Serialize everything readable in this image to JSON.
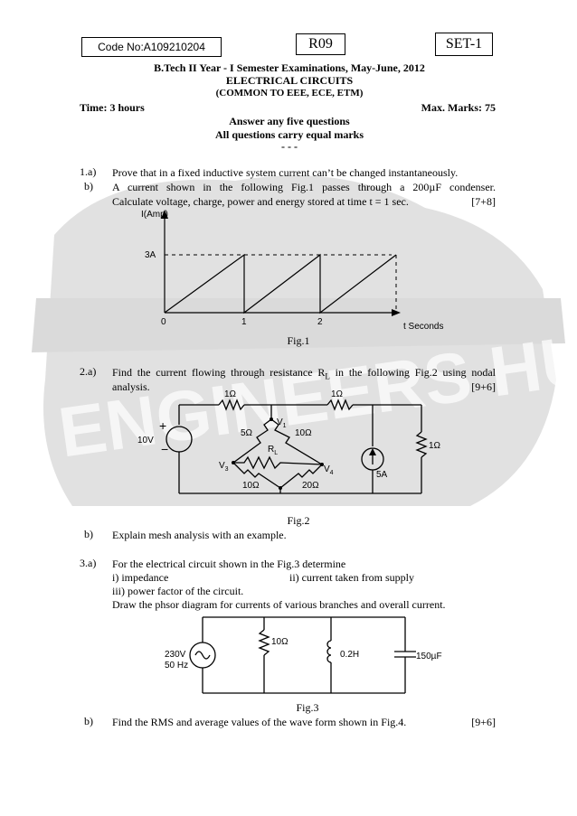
{
  "header": {
    "code": "Code No:A109210204",
    "reg": "R09",
    "set": "SET-1",
    "exam": "B.Tech II Year - I Semester Examinations, May-June, 2012",
    "subject": "ELECTRICAL CIRCUITS",
    "branches": "(COMMON TO EEE, ECE, ETM)",
    "time": "Time: 3 hours",
    "marks": "Max. Marks: 75",
    "instr1": "Answer any five questions",
    "instr2": "All questions carry equal marks",
    "sep": "- - -"
  },
  "watermark": {
    "text": "ENGINEERS HUB"
  },
  "q1": {
    "a_num": "1.a)",
    "a_text": "Prove that in a fixed inductive system current can’t be changed instantaneously.",
    "b_num": "b)",
    "b_line1": "A current shown in the following Fig.1 passes through a 200µF condenser.",
    "b_line2": "Calculate voltage, charge, power and energy stored at time t = 1 sec.",
    "b_marks": "[7+8]",
    "fig": {
      "caption": "Fig.1",
      "ylabel": "I(Amp)",
      "ytick": "3A",
      "xticks": [
        "0",
        "1",
        "2"
      ],
      "xlabel": "t Seconds"
    }
  },
  "q2": {
    "a_num": "2.a)",
    "a_line1": "Find the current flowing through resistance R",
    "a_sub": "L",
    "a_line1b": " in the following Fig.2 using nodal",
    "a_line2": "analysis.",
    "a_marks": "[9+6]",
    "b_num": "b)",
    "b_text": "Explain mesh analysis with an example.",
    "fig": {
      "caption": "Fig.2",
      "src": "10V",
      "r_top": "1Ω",
      "r_mid": "1Ω",
      "r_right": "1Ω",
      "r_5": "5Ω",
      "r_10a": "10Ω",
      "r_10b": "10Ω",
      "r_20": "20Ω",
      "rl": "R",
      "rl_sub": "L",
      "v1": "V",
      "v1_sub": "1",
      "v3": "V",
      "v3_sub": "3",
      "v4": "V",
      "v4_sub": "4",
      "isrc": "5A"
    }
  },
  "q3": {
    "a_num": "3.a)",
    "a_line1": "For the electrical circuit shown in the Fig.3 determine",
    "a_i": "i)  impedance",
    "a_ii": "ii) current taken from supply",
    "a_iii": "iii) power factor of the circuit.",
    "a_line4": "Draw the phsor diagram for currents of various branches and overall current.",
    "b_num": "b)",
    "b_text": "Find the RMS and average values of the wave form shown in Fig.4.",
    "b_marks": "[9+6]",
    "fig": {
      "caption": "Fig.3",
      "src1": "230V",
      "src2": "50 Hz",
      "r": "10Ω",
      "l": "0.2H",
      "c": "150µF"
    }
  }
}
